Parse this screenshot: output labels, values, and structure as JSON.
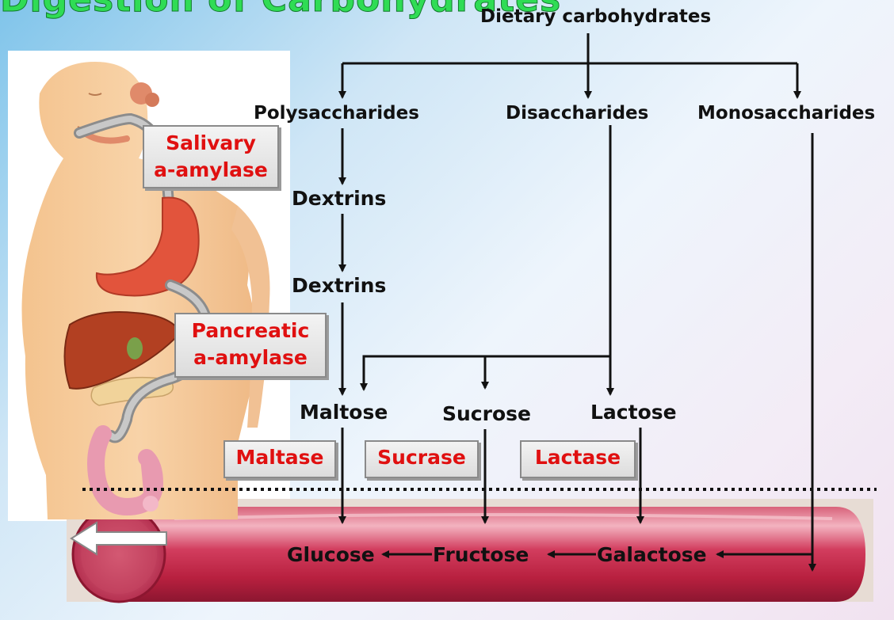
{
  "title": "Digestion of Carbohydrates",
  "terms": {
    "dietary": "Dietary carbohydrates",
    "polysaccharides": "Polysaccharides",
    "disaccharides": "Disaccharides",
    "monosaccharides": "Monosaccharides",
    "dextrins_1": "Dextrins",
    "dextrins_2": "Dextrins",
    "maltose": "Maltose",
    "sucrose": "Sucrose",
    "lactose": "Lactose",
    "glucose": "Glucose",
    "fructose": "Fructose",
    "galactose": "Galactose"
  },
  "enzymes": {
    "salivary_line1": "Salivary",
    "salivary_line2": "a-amylase",
    "pancreatic_line1": "Pancreatic",
    "pancreatic_line2": "a-amylase",
    "maltase": "Maltase",
    "sucrase": "Sucrase",
    "lactase": "Lactase"
  },
  "colors": {
    "enzyme_text": "#e01010",
    "title_green": "#2fdc55",
    "intestine": "#c8324f"
  }
}
